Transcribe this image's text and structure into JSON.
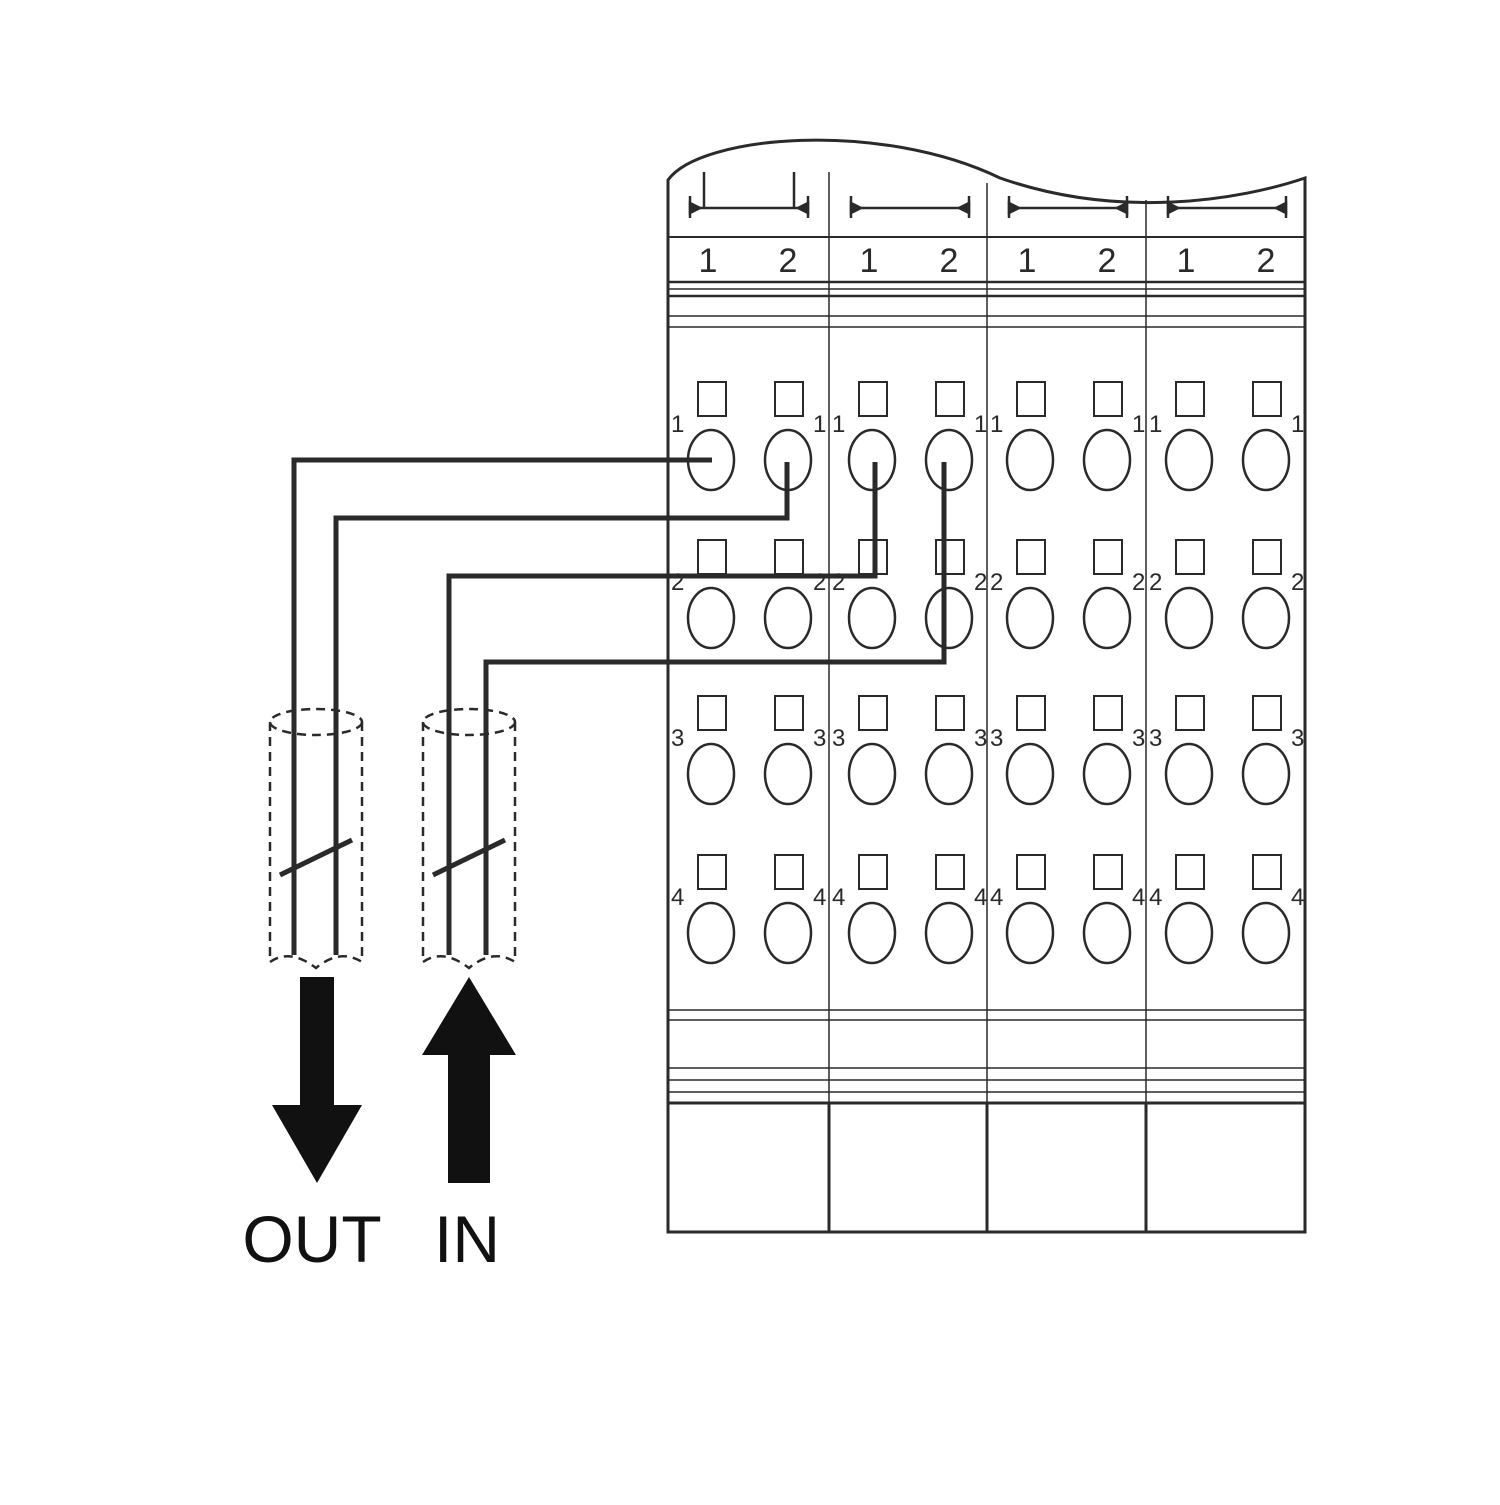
{
  "modules": [
    {
      "channel_labels": [
        "1",
        "2"
      ],
      "left_numbers": [
        "1",
        "2",
        "3",
        "4"
      ],
      "right_numbers": [
        "1",
        "2",
        "3",
        "4"
      ]
    },
    {
      "channel_labels": [
        "1",
        "2"
      ],
      "left_numbers": [
        "1",
        "2",
        "3",
        "4"
      ],
      "right_numbers": [
        "1",
        "2",
        "3",
        "4"
      ]
    },
    {
      "channel_labels": [
        "1",
        "2"
      ],
      "left_numbers": [
        "1",
        "2",
        "3",
        "4"
      ],
      "right_numbers": [
        "1",
        "2",
        "3",
        "4"
      ]
    },
    {
      "channel_labels": [
        "1",
        "2"
      ],
      "left_numbers": [
        "1",
        "2",
        "3",
        "4"
      ],
      "right_numbers": [
        "1",
        "2",
        "3",
        "4"
      ]
    }
  ],
  "cables": {
    "out_label": "OUT",
    "in_label": "IN"
  },
  "colors": {
    "line": "#2a2a2a",
    "arrow": "#111111",
    "background": "#ffffff"
  }
}
